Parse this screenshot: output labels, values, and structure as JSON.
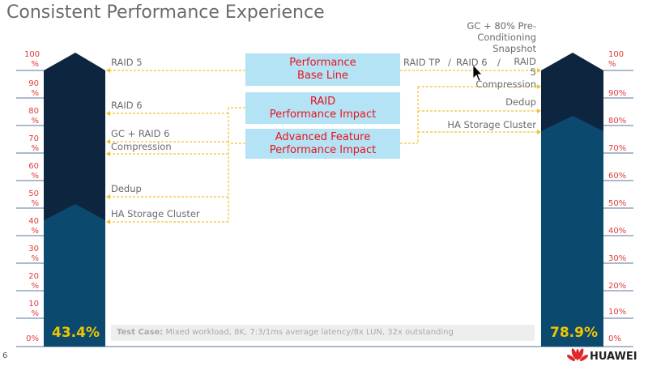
{
  "title": "Consistent Performance Experience",
  "left_scale": [
    "100\n%",
    "90\n%",
    "80\n%",
    "70\n%",
    "60\n%",
    "50\n%",
    "40\n%",
    "30\n%",
    "20\n%",
    "10\n%",
    "0%"
  ],
  "right_scale": [
    "100\n%",
    "90%",
    "80%",
    "70%",
    "60%",
    "50%",
    "40%",
    "30%",
    "20%",
    "10%",
    "0%"
  ],
  "boxes": [
    "Performance\nBase Line",
    "RAID\nPerformance Impact",
    "Advanced Feature\nPerformance Impact"
  ],
  "left_labels": [
    "RAID 5",
    "RAID 6",
    "GC + RAID 6",
    "Compression",
    "Dedup",
    "HA Storage Cluster"
  ],
  "right_labels": {
    "top": "GC + 80% Pre-\nConditioning\nSnapshot",
    "raid_tp": "RAID TP",
    "slash1": "/",
    "raid6": "RAID 6",
    "slash2": "/",
    "raid5": "RAID\n5",
    "compression": "Compression",
    "dedup": "Dedup",
    "ha": "HA Storage Cluster"
  },
  "left_value": "43.4%",
  "right_value": "78.9%",
  "left_fill": 0.434,
  "right_fill": 0.789,
  "test_case": {
    "label": "Test Case:",
    "text": " Mixed workload, 8K, 7:3/1ms average latency/8x LUN, 32x outstanding"
  },
  "page_number": "6",
  "brand": "HUAWEI",
  "colors": {
    "bar_dark": "#0e2540",
    "bar_fill": "#0b4a6e",
    "box": "#b3e3f5",
    "box_text": "#e8141c",
    "connector": "#f2c230",
    "value": "#f2c500"
  }
}
